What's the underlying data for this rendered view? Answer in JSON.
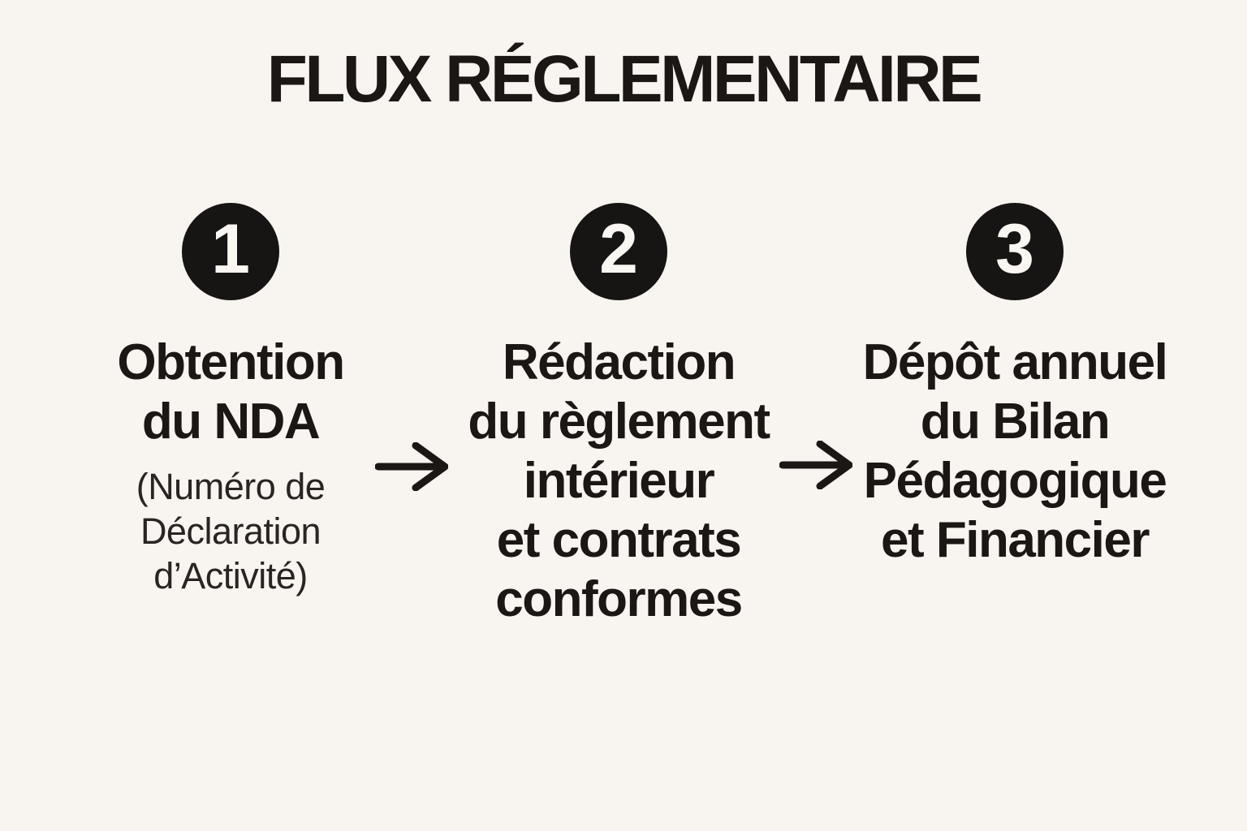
{
  "title": "FLUX RÉGLEMENTAIRE",
  "steps": [
    {
      "number": "1",
      "heading": "Obtention\ndu NDA",
      "subheading": "(Numéro de\nDéclaration\nd’Activité)"
    },
    {
      "number": "2",
      "heading": "Rédaction\ndu règlement\nintérieur\net contrats\nconformes"
    },
    {
      "number": "3",
      "heading": "Dépôt annuel\ndu Bilan\nPédagogique\net Financier"
    }
  ],
  "arrows": [
    {
      "icon": "arrow-right"
    },
    {
      "icon": "arrow-right"
    }
  ],
  "colors": {
    "background": "#f8f4ef",
    "ink": "#1a1714",
    "badge_fill": "#171513",
    "badge_digit": "#faf7f3"
  }
}
